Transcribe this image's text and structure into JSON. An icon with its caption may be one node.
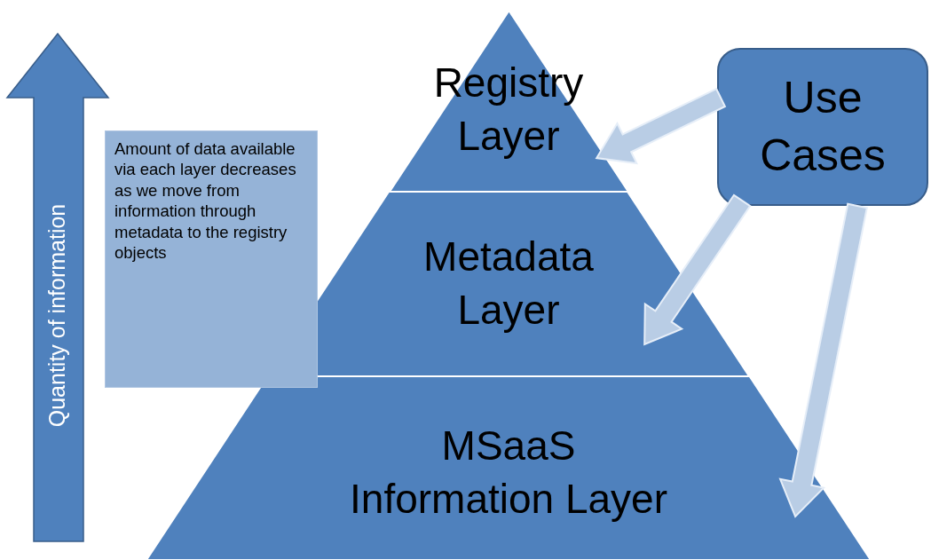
{
  "diagram": {
    "nodes": [
      {
        "text": [
          "Quantity of information"
        ]
      },
      {
        "text": [
          "Amount of data available via each layer decreases as we move from information through metadata to the registry objects"
        ]
      },
      {
        "text": [
          "Registry Layer"
        ]
      },
      {
        "text": [
          "Metadata Layer"
        ]
      },
      {
        "text": [
          "MSaaS Information Layer"
        ]
      },
      {
        "text": [
          "Use Cases"
        ]
      }
    ],
    "edges": [
      {
        "from": 5,
        "to": 2,
        "arrow": "to"
      },
      {
        "from": 5,
        "to": 3,
        "arrow": "to"
      },
      {
        "from": 5,
        "to": 4,
        "arrow": "to"
      }
    ]
  }
}
